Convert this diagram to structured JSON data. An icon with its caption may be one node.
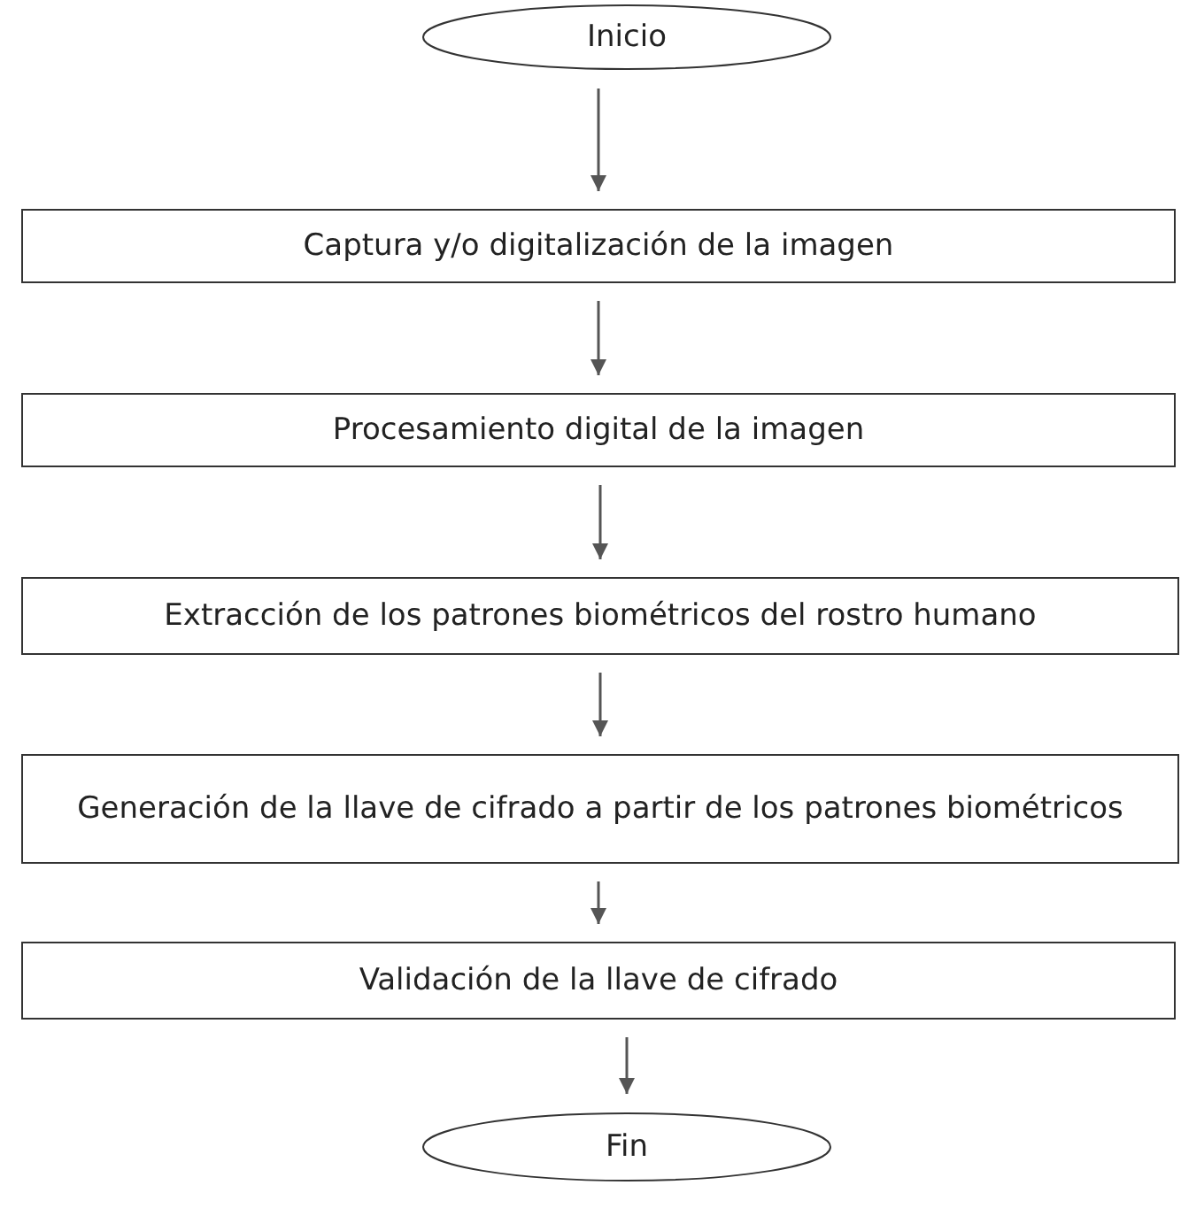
{
  "diagram": {
    "nodes": [
      {
        "text": [
          "Inicio"
        ]
      },
      {
        "text": [
          "Captura y/o digitalización de la imagen"
        ]
      },
      {
        "text": [
          "Procesamiento digital de la imagen"
        ]
      },
      {
        "text": [
          "Extracción de los patrones biométricos del rostro humano"
        ]
      },
      {
        "text": [
          "Generación de la llave de cifrado a partir de los patrones biométricos"
        ]
      },
      {
        "text": [
          "Validación de la llave de cifrado"
        ]
      },
      {
        "text": [
          "Fin"
        ]
      }
    ],
    "edges": [
      {
        "from": 0,
        "to": 1,
        "arrow": "to"
      },
      {
        "from": 1,
        "to": 2,
        "arrow": "to"
      },
      {
        "from": 2,
        "to": 3,
        "arrow": "to"
      },
      {
        "from": 3,
        "to": 4,
        "arrow": "to"
      },
      {
        "from": 4,
        "to": 5,
        "arrow": "to"
      },
      {
        "from": 5,
        "to": 6,
        "arrow": "to"
      }
    ]
  }
}
